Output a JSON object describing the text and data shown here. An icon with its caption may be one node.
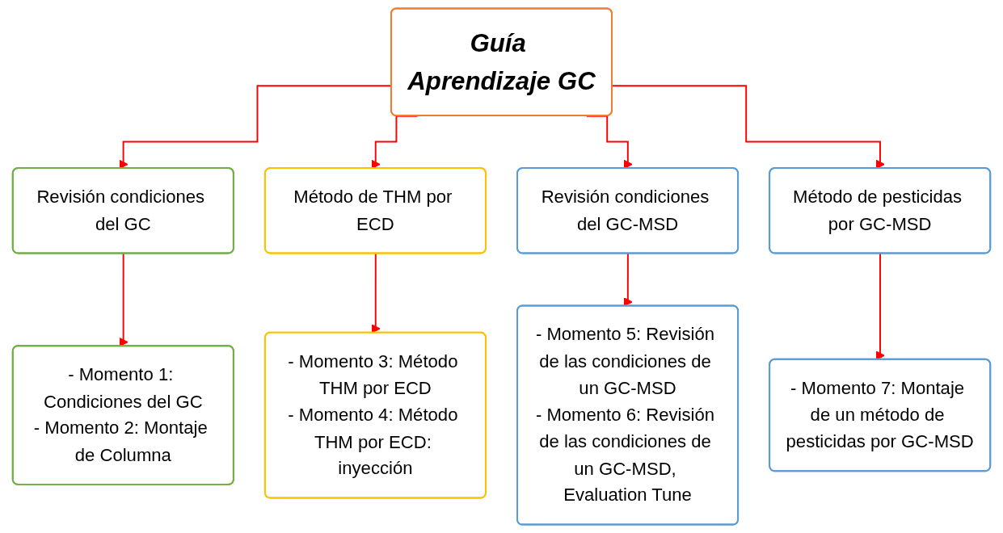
{
  "diagram": {
    "nodes": [
      {
        "text": [
          "Guía Aprendizaje GC"
        ]
      },
      {
        "text": [
          "Revisión condiciones del GC"
        ]
      },
      {
        "text": [
          "Método de THM por ECD"
        ]
      },
      {
        "text": [
          "Revisión condiciones del GC-MSD"
        ]
      },
      {
        "text": [
          "Método de pesticidas por GC-MSD"
        ]
      },
      {
        "text": [
          "- Momento 1: Condiciones del GC",
          "- Momento 2: Montaje de Columna"
        ]
      },
      {
        "text": [
          "- Momento 3: Método THM por ECD",
          "- Momento 4: Método THM por ECD: inyección"
        ]
      },
      {
        "text": [
          "- Momento 5: Revisión de las condiciones de un GC-MSD",
          "- Momento 6: Revisión de las condiciones de un GC-MSD, Evaluation Tune"
        ]
      },
      {
        "text": [
          "- Momento 7: Montaje de un método de pesticidas por GC-MSD"
        ]
      }
    ],
    "edges": [
      {
        "from": 0,
        "to": 1,
        "arrow": "to"
      },
      {
        "from": 0,
        "to": 2,
        "arrow": "to"
      },
      {
        "from": 0,
        "to": 3,
        "arrow": "to"
      },
      {
        "from": 0,
        "to": 4,
        "arrow": "to"
      },
      {
        "from": 1,
        "to": 5,
        "arrow": "to"
      },
      {
        "from": 2,
        "to": 6,
        "arrow": "to"
      },
      {
        "from": 3,
        "to": 7,
        "arrow": "to"
      },
      {
        "from": 4,
        "to": 8,
        "arrow": "to"
      }
    ]
  }
}
